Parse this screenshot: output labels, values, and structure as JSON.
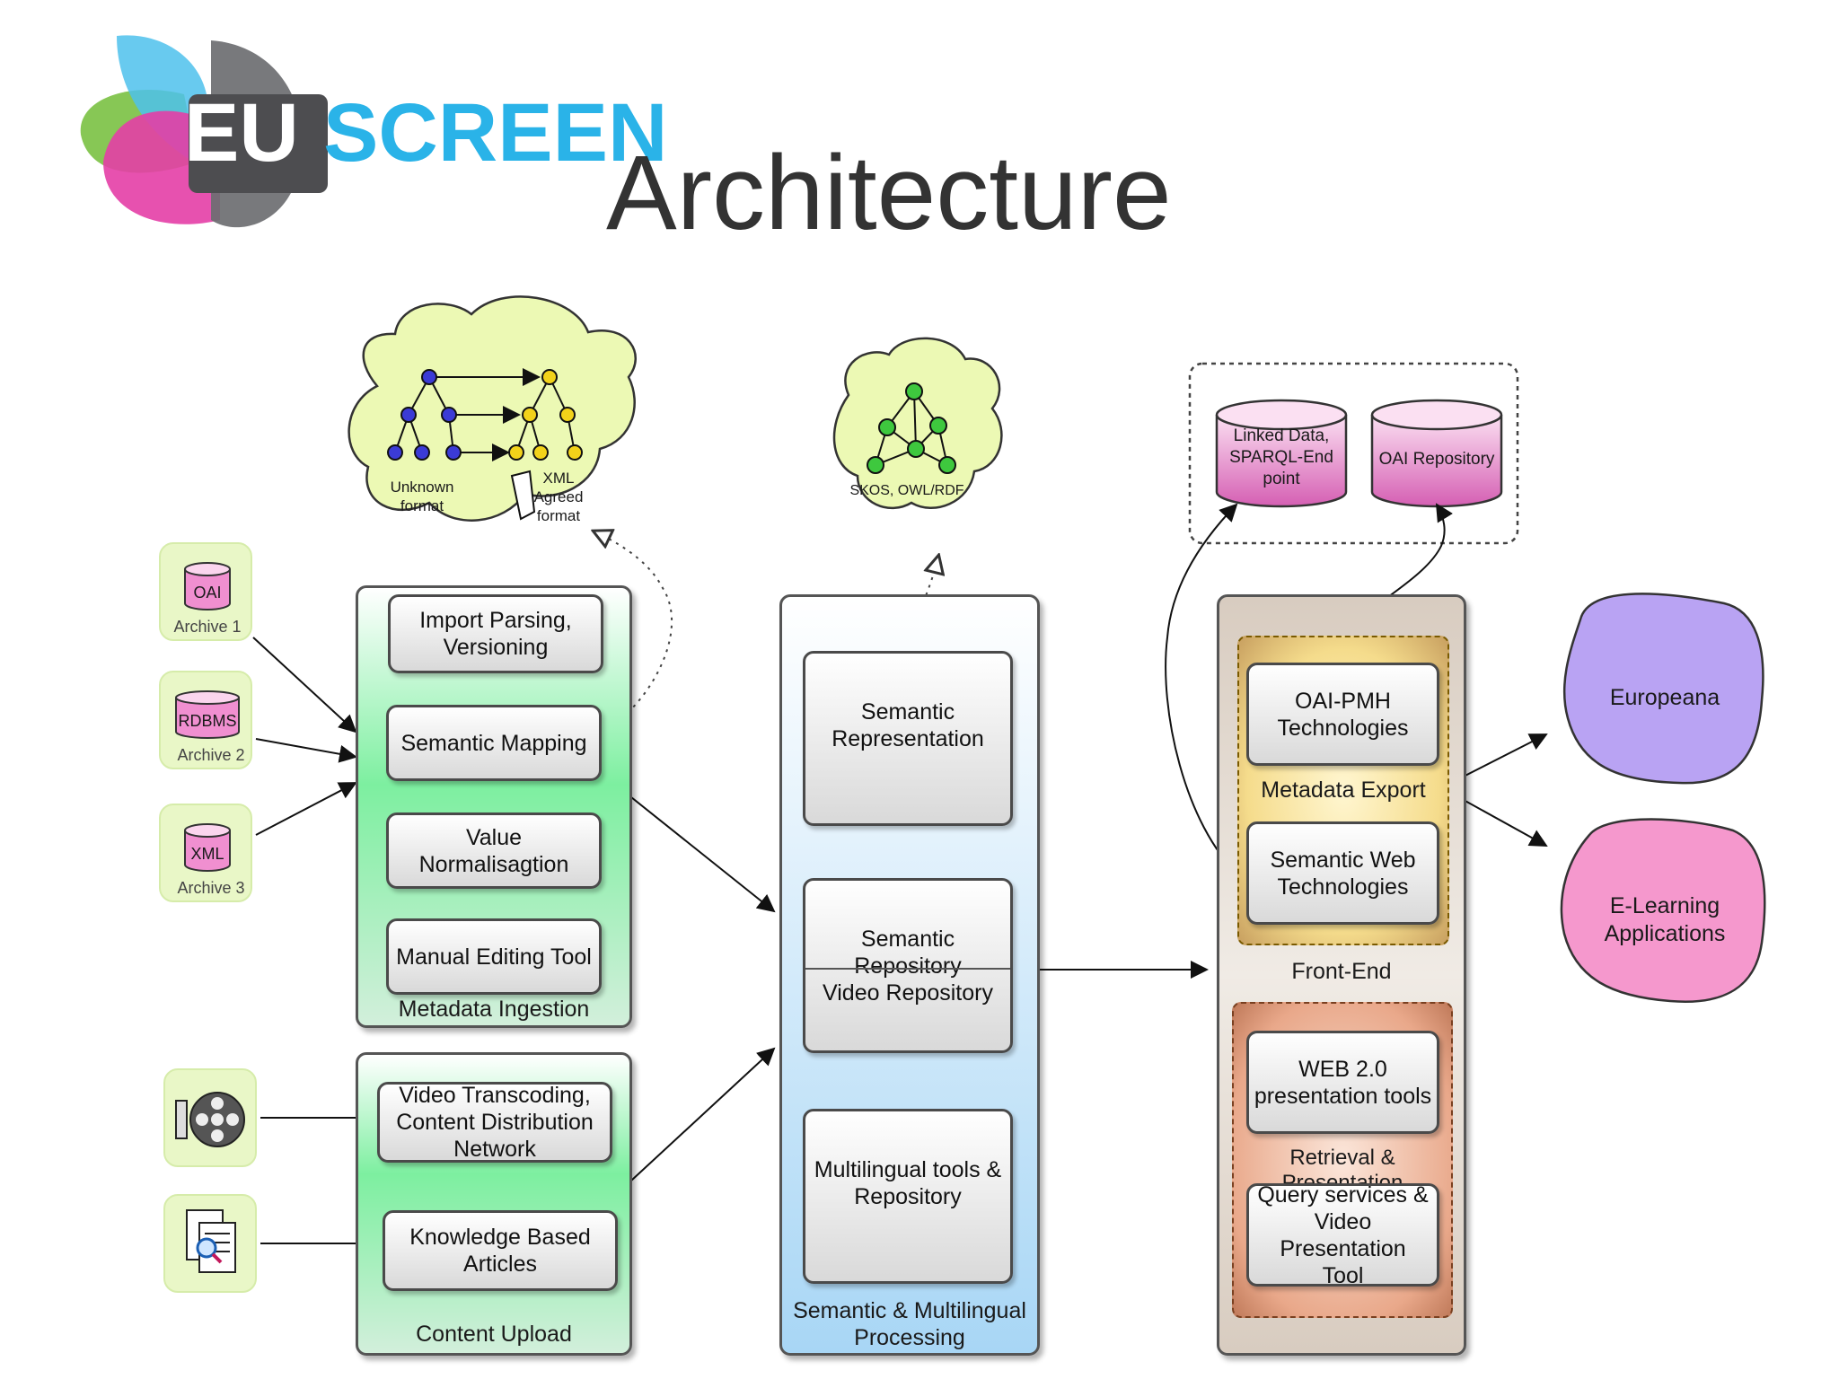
{
  "logo": {
    "part1": "EU",
    "part2": "SCREEN"
  },
  "page_title": "Architecture",
  "ontology_cloud": {
    "left": "Unknown\nformat",
    "right": "XML\nAgreed\nformat"
  },
  "semantic_cloud": {
    "label": "SKOS, OWL/RDF"
  },
  "sources": [
    {
      "tag": "OAI",
      "label": "Archive 1"
    },
    {
      "tag": "RDBMS",
      "label": "Archive 2"
    },
    {
      "tag": "XML",
      "label": "Archive 3"
    }
  ],
  "ingestion": {
    "title": "Metadata Ingestion",
    "steps": [
      "Import Parsing,\nVersioning",
      "Semantic Mapping",
      "Value Normalisagtion",
      "Manual Editing Tool"
    ]
  },
  "upload": {
    "title": "Content Upload",
    "steps": [
      "Video Transcoding,\nContent  Distribution\nNetwork",
      "Knowledge Based Articles"
    ]
  },
  "semantic": {
    "title": "Semantic & Multilingual\nProcessing",
    "representation": "Semantic\nRepresentation",
    "repo_top": "Semantic Repository",
    "repo_bottom": "Video Repository",
    "multilingual": "Multilingual tools &\nRepository"
  },
  "repositories": {
    "linked_data": "Linked Data,\nSPARQL-End\npoint",
    "oai_repo": "OAI Repository"
  },
  "frontend": {
    "title": "Front-End",
    "export_title": "Metadata Export",
    "oai_pmh": "OAI-PMH\nTechnologies",
    "semweb": "Semantic Web\nTechnologies",
    "retrieval_title": "Retrieval & Presentation",
    "web20": "WEB 2.0\npresentation tools",
    "query": "Query services &\nVideo Presentation\nTool"
  },
  "outputs": {
    "europeana": "Europeana",
    "elearning": "E-Learning\nApplications"
  }
}
